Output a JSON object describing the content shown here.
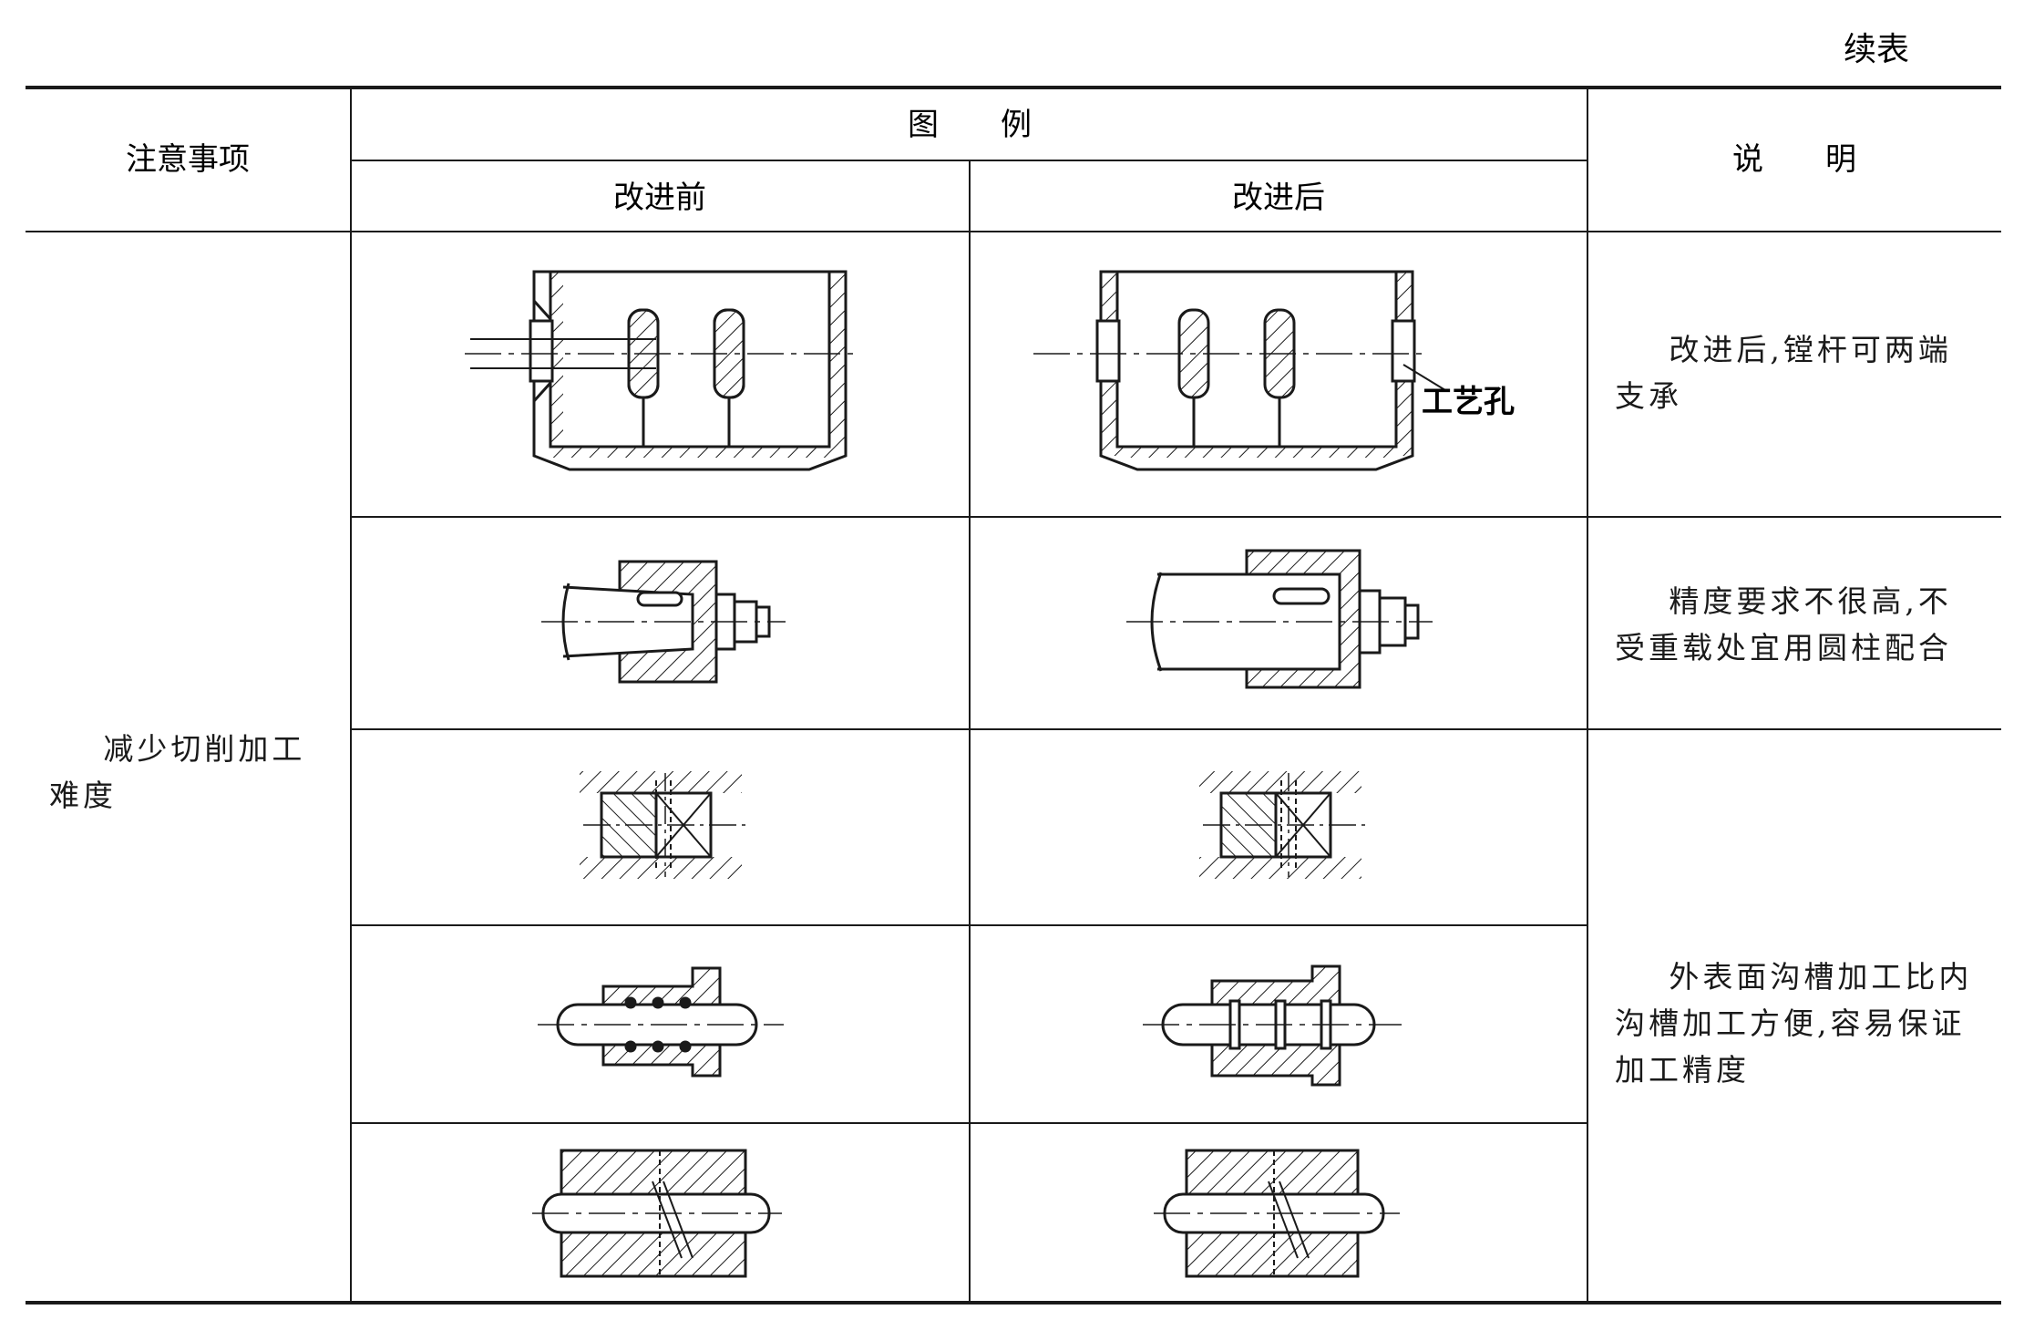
{
  "page": {
    "continued_label": "续表"
  },
  "table": {
    "headers": {
      "notes": "注意事项",
      "illustration": "图　　例",
      "before": "改进前",
      "after": "改进后",
      "explanation": "说　　明"
    },
    "category": "减少切削加工难度",
    "rows": [
      {
        "explanation": "改进后,镗杆可两端支承",
        "after_callout": "工艺孔"
      },
      {
        "explanation": "精度要求不很高,不受重载处宜用圆柱配合"
      },
      {
        "explanation": ""
      },
      {
        "explanation": "外表面沟槽加工比内沟槽加工方便,容易保证加工精度"
      },
      {
        "explanation": ""
      }
    ]
  },
  "colors": {
    "line": "#1a1a1a",
    "background": "#ffffff"
  }
}
